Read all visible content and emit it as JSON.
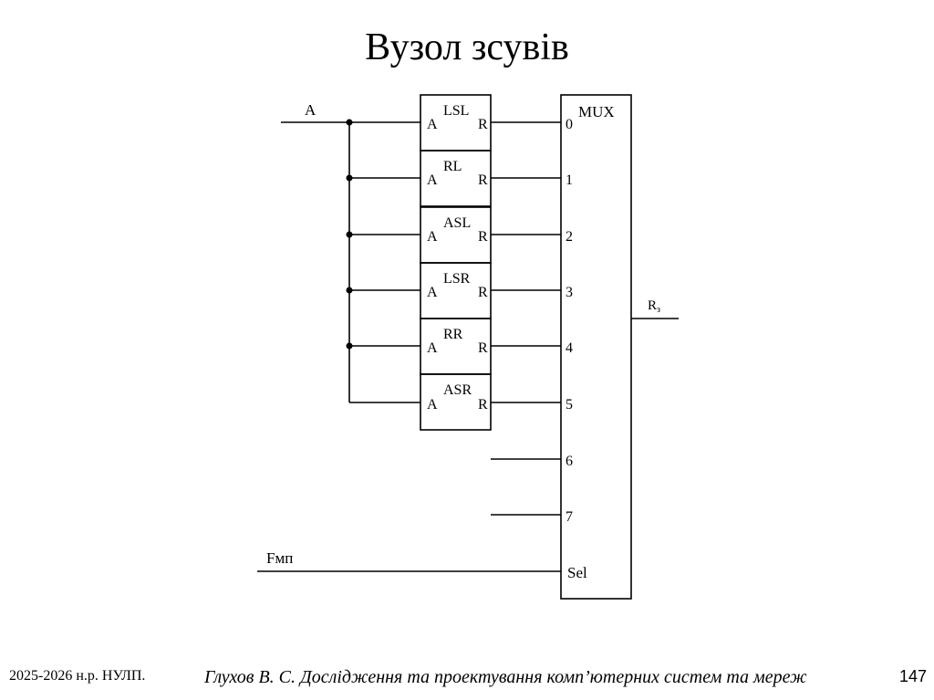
{
  "slide": {
    "title": "Вузол зсувів",
    "footer_left": "2025-2026 н.р. НУЛП.",
    "footer_center": "Глухов В. С. Дослідження та проектування комп’ютерних систем та мереж",
    "page_number": "147"
  },
  "diagram": {
    "input_label": "A",
    "blocks": [
      {
        "name": "LSL",
        "in": "A",
        "out": "R"
      },
      {
        "name": "RL",
        "in": "A",
        "out": "R"
      },
      {
        "name": "ASL",
        "in": "A",
        "out": "R"
      },
      {
        "name": "LSR",
        "in": "A",
        "out": "R"
      },
      {
        "name": "RR",
        "in": "A",
        "out": "R"
      },
      {
        "name": "ASR",
        "in": "A",
        "out": "R"
      }
    ],
    "mux": {
      "label": "MUX",
      "inputs": [
        "0",
        "1",
        "2",
        "3",
        "4",
        "5",
        "6",
        "7"
      ],
      "select_label": "Sel",
      "output_label": "R",
      "output_subscript": "з"
    },
    "select_signal": "Fмп"
  }
}
